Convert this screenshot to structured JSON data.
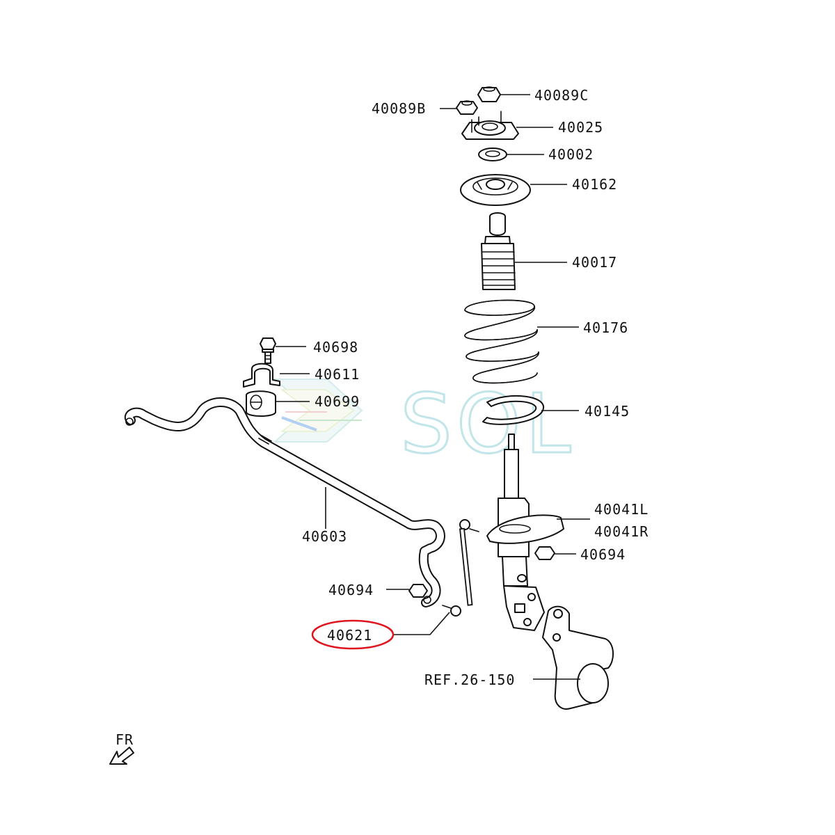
{
  "labels": {
    "p40089C": "40089C",
    "p40089B": "40089B",
    "p40025": "40025",
    "p40002": "40002",
    "p40162": "40162",
    "p40017": "40017",
    "p40176": "40176",
    "p40145": "40145",
    "p40041L": "40041L",
    "p40041R": "40041R",
    "p40694_strut": "40694",
    "p40698": "40698",
    "p40611": "40611",
    "p40699": "40699",
    "p40603": "40603",
    "p40694_bar": "40694",
    "p40621": "40621",
    "ref": "REF.26-150"
  },
  "direction": {
    "label": "FR"
  },
  "watermark": {
    "text": "SOL",
    "color": "#8fd0d6"
  },
  "highlight": {
    "target": "40621",
    "color": "#e0141e"
  }
}
